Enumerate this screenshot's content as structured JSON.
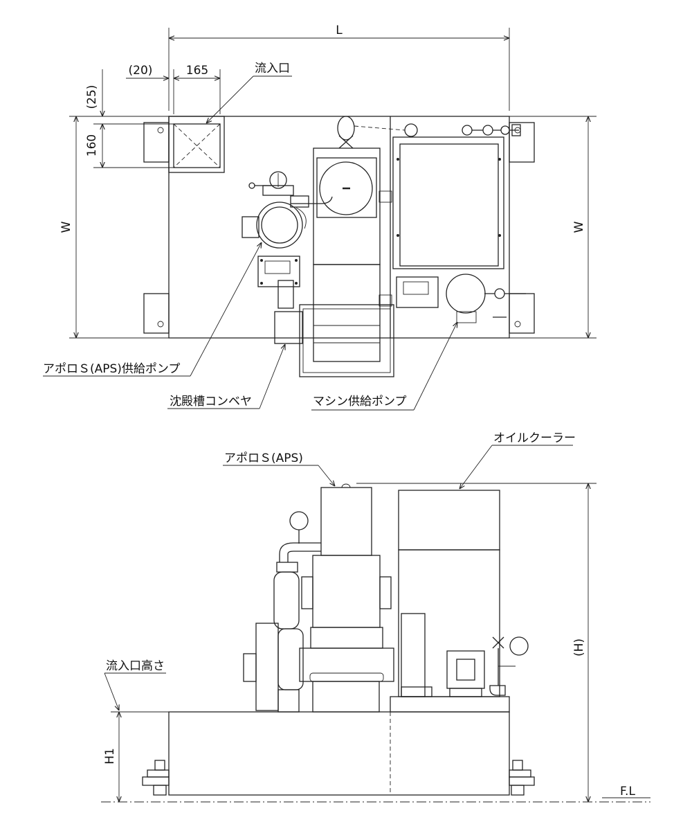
{
  "labels": {
    "inlet": "流入口",
    "aps_pump": "アポロＳ(APS)供給ポンプ",
    "conveyor": "沈殿槽コンベヤ",
    "machine_pump": "マシン供給ポンプ",
    "aps": "アポロＳ(APS)",
    "oil_cooler": "オイルクーラー",
    "inlet_height": "流入口高さ"
  },
  "dimensions": {
    "length": "L",
    "width_left": "W",
    "width_right": "W",
    "offset_x": "(20)",
    "inlet_width": "165",
    "offset_y": "(25)",
    "inlet_depth": "160",
    "height": "(H)",
    "inlet_h": "H1",
    "floor_line": "F.L"
  }
}
